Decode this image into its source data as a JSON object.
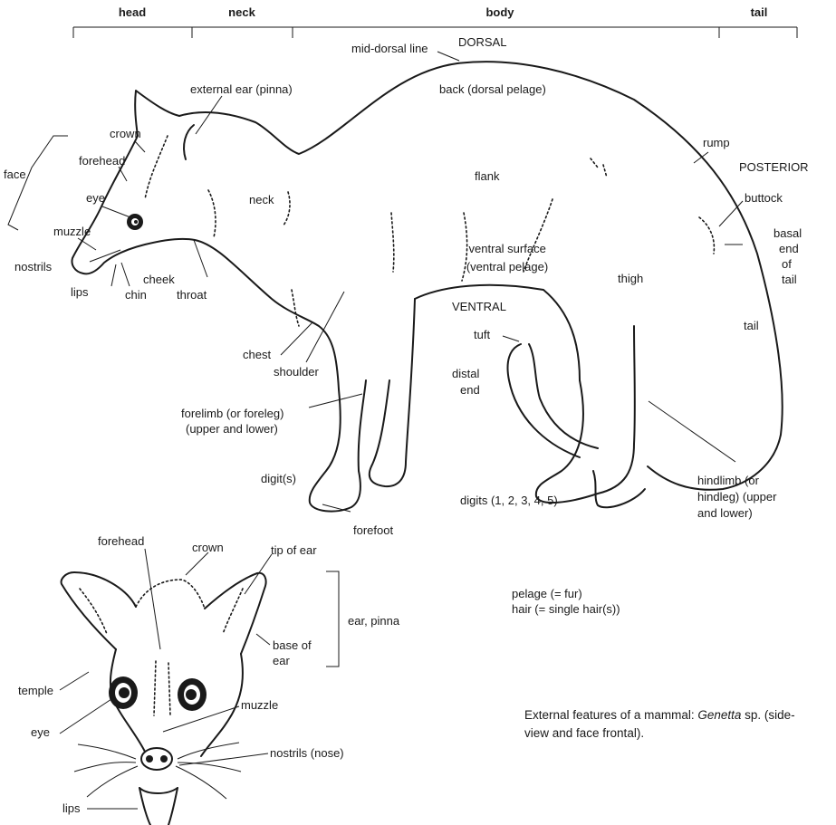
{
  "regions": {
    "head": "head",
    "neck": "neck",
    "body": "body",
    "tail": "tail"
  },
  "side_view": {
    "mid_dorsal_line": "mid-dorsal line",
    "dorsal": "DORSAL",
    "external_ear": "external ear (pinna)",
    "back": "back (dorsal pelage)",
    "crown": "crown",
    "rump": "rump",
    "face": "face",
    "forehead": "forehead",
    "posterior": "POSTERIOR",
    "flank": "flank",
    "neck": "neck",
    "eye": "eye",
    "buttock": "buttock",
    "muzzle": "muzzle",
    "basal_end_of_tail": [
      "basal",
      "end",
      "of",
      "tail"
    ],
    "cheek": "cheek",
    "ventral_surface": [
      "ventral surface",
      "(ventral pelage)"
    ],
    "nostrils": "nostrils",
    "throat": "throat",
    "thigh": "thigh",
    "lips": "lips",
    "chin": "chin",
    "ventral": "VENTRAL",
    "tail": "tail",
    "chest": "chest",
    "tuft": "tuft",
    "shoulder": "shoulder",
    "distal_end": [
      "distal",
      "end"
    ],
    "forelimb": [
      "forelimb (or foreleg)",
      "(upper and lower)"
    ],
    "digits_1_5": "digits (1, 2, 3, 4, 5)",
    "digits": "digit(s)",
    "hindlimb": [
      "hindlimb (or",
      "hindleg) (upper",
      "and lower)"
    ],
    "forefoot": "forefoot"
  },
  "notes": {
    "pelage": "pelage (= fur)",
    "hair": "hair (= single hair(s))"
  },
  "face_view": {
    "forehead": "forehead",
    "crown": "crown",
    "tip_of_ear": "tip of ear",
    "ear_pinna": "ear, pinna",
    "base_of_ear": [
      "base of",
      "ear"
    ],
    "temple": "temple",
    "muzzle": "muzzle",
    "eye": "eye",
    "nostrils_nose": "nostrils (nose)",
    "lips": "lips"
  },
  "caption": {
    "prefix": "External features of a mammal: ",
    "genus": "Genetta",
    "suffix": " sp. (side-view and face frontal)."
  }
}
